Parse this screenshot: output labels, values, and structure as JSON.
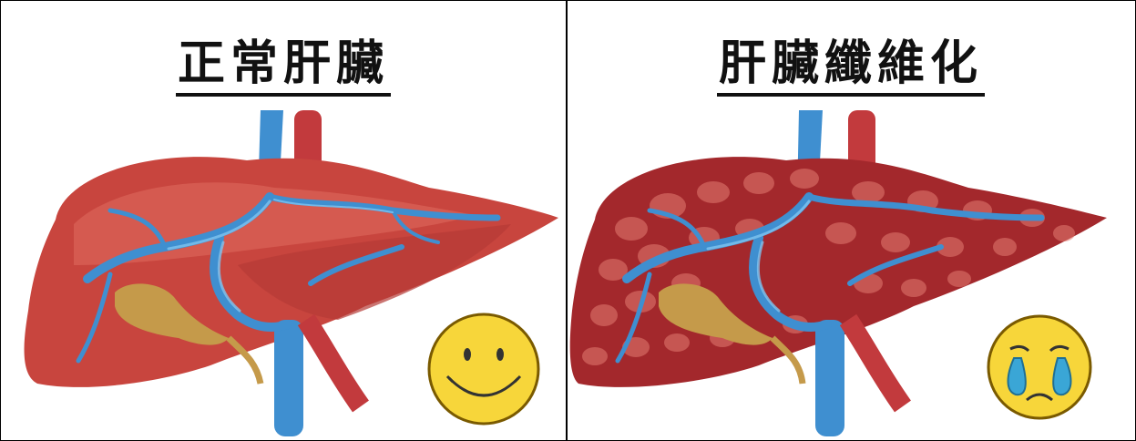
{
  "panels": [
    {
      "title": "正常肝臟",
      "liver_state": "normal",
      "face_icon": "smiley-face-icon"
    },
    {
      "title": "肝臟纖維化",
      "liver_state": "fibrosis",
      "face_icon": "crying-face-icon"
    }
  ],
  "colors": {
    "liver_main": "#c8453e",
    "liver_light": "#e06b5f",
    "liver_dark": "#8f1f24",
    "vein_blue": "#3f8fd0",
    "vein_light": "#7fc4f0",
    "artery_red": "#c23a3d",
    "gallbladder": "#c59a4a",
    "face_yellow": "#f7d63a",
    "tear_blue": "#3aa6d6"
  }
}
